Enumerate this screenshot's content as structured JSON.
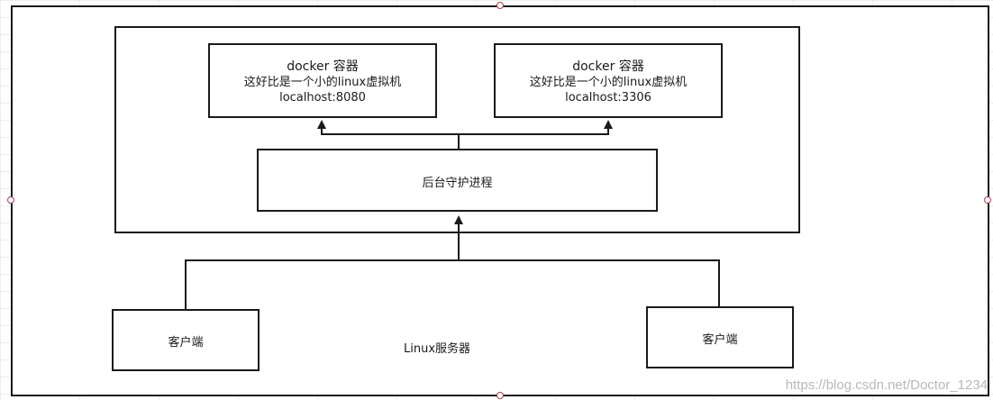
{
  "diagram": {
    "server_label": "Linux服务器",
    "daemon_label": "后台守护进程",
    "containers": [
      {
        "title": "docker 容器",
        "description": "这好比是一个小的linux虚拟机",
        "port": "localhost:8080"
      },
      {
        "title": "docker 容器",
        "description": "这好比是一个小的linux虚拟机",
        "port": "localhost:3306"
      }
    ],
    "clients": [
      {
        "label": "客户端"
      },
      {
        "label": "客户端"
      }
    ]
  },
  "watermark": "https://blog.csdn.net/Doctor_1234",
  "colors": {
    "line": "#1a1a1a",
    "handle": "#b03a4a",
    "grid": "#ececec"
  }
}
